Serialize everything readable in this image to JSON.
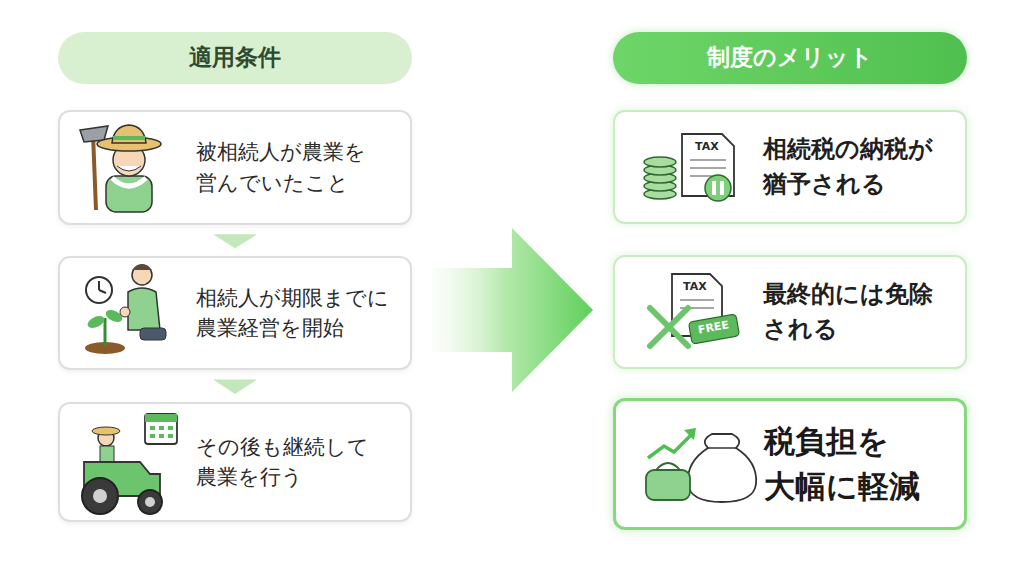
{
  "diagram": {
    "nodes": [
      {
        "text": [
          "適用条件"
        ]
      },
      {
        "text": [
          "被相続人が農業を 営んでいたこと"
        ]
      },
      {
        "text": [
          "相続人が期限までに 農業経営を開始"
        ]
      },
      {
        "text": [
          "その後も継続して 農業を行う"
        ]
      },
      {
        "text": [
          "制度のメリット"
        ]
      },
      {
        "text": [
          "相続税の納税が 猶予される"
        ]
      },
      {
        "text": [
          "最終的には免除 される"
        ]
      },
      {
        "text": [
          "税負担を 大幅に軽減"
        ]
      }
    ],
    "edges": [
      {
        "from": 1,
        "to": 2,
        "arrow": "to"
      },
      {
        "from": 2,
        "to": 3,
        "arrow": "to"
      }
    ],
    "labels": [
      "TAX",
      "TAX",
      "FREE"
    ]
  }
}
